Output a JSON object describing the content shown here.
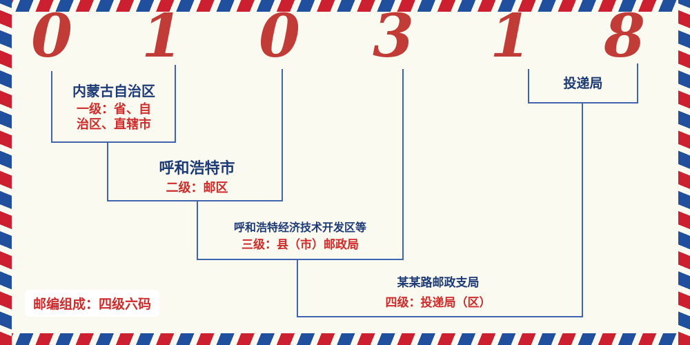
{
  "digits": [
    "0",
    "1",
    "0",
    "3",
    "1",
    "8"
  ],
  "levels": {
    "level1": {
      "name": "内蒙古自治区",
      "desc1": "一级：省、自",
      "desc2": "治区、直辖市"
    },
    "level2": {
      "name": "呼和浩特市",
      "desc": "二级：邮区"
    },
    "level3": {
      "name": "呼和浩特经济技术开发区等",
      "desc": "三级：县（市）邮政局"
    },
    "level4": {
      "name": "某某路邮政支局",
      "desc": "四级：投递局（区）"
    },
    "delivery": {
      "name": "投递局"
    }
  },
  "footer": {
    "text": "邮编组成：四级六码"
  },
  "colors": {
    "digit_red": "#c13c36",
    "label_navy": "#1c3a75",
    "level_red": "#cf2b2b",
    "line_blue": "#3f63ad",
    "stripe_red": "#cc2030",
    "stripe_blue": "#204f9e",
    "background": "#fbfaf0"
  }
}
